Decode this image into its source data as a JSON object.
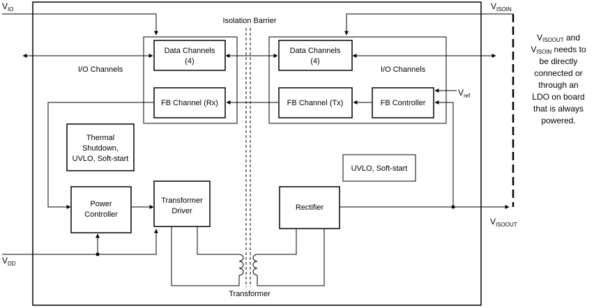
{
  "pins": {
    "vio_main": "V",
    "vio_sub": "IO",
    "visoin_main": "V",
    "visoin_sub": "ISOIN",
    "vdd_main": "V",
    "vdd_sub": "DD",
    "visoout_main": "V",
    "visoout_sub": "ISOOUT",
    "vref_main": "V",
    "vref_sub": "ref"
  },
  "labels": {
    "isolation_barrier": "Isolation Barrier",
    "io_channels_left": "I/O Channels",
    "io_channels_right": "I/O Channels",
    "transformer": "Transformer",
    "uvlo_softstart_right": "UVLO, Soft-start"
  },
  "blocks": {
    "data_channels_left": [
      "Data Channels",
      "(4)"
    ],
    "data_channels_right": [
      "Data Channels",
      "(4)"
    ],
    "fb_channel_rx": "FB Channel (Rx)",
    "fb_channel_tx": "FB Channel (Tx)",
    "fb_controller": "FB Controller",
    "thermal": [
      "Thermal",
      "Shutdown,",
      "UVLO, Soft-start"
    ],
    "power_controller": [
      "Power",
      "Controller"
    ],
    "transformer_driver": [
      "Transformer",
      "Driver"
    ],
    "rectifier": "Rectifier"
  },
  "note": {
    "line1_v": "V",
    "line1_sub": "ISOOUT",
    "line1_rest": "  and",
    "line2_v": "V",
    "line2_sub": "ISOIN",
    "line2_rest": " needs to",
    "line3": "be directly",
    "line4": "connected or",
    "line5": "through an",
    "line6": "LDO on board",
    "line7": "that is always",
    "line8": "powered."
  }
}
